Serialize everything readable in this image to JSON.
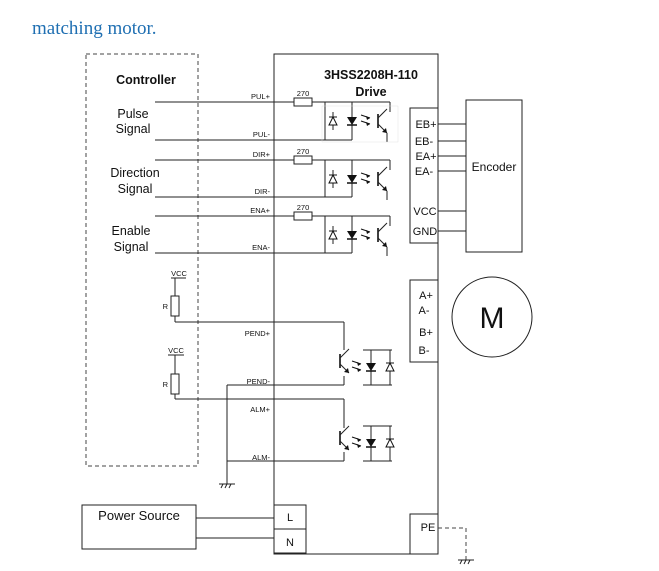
{
  "caption": "matching motor.",
  "controller": {
    "title": "Controller",
    "pulse_l1": "Pulse",
    "pulse_l2": "Signal",
    "dir_l1": "Direction",
    "dir_l2": "Signal",
    "ena_l1": "Enable",
    "ena_l2": "Signal",
    "vcc1": "VCC",
    "vcc2": "VCC",
    "r1": "R",
    "r2": "R"
  },
  "drive": {
    "model": "3HSS2208H-110",
    "label": "Drive",
    "pul_plus": "PUL+",
    "pul_minus": "PUL-",
    "dir_plus": "DIR+",
    "dir_minus": "DIR-",
    "ena_plus": "ENA+",
    "ena_minus": "ENA-",
    "pend_plus": "PEND+",
    "pend_minus": "PEND-",
    "alm_plus": "ALM+",
    "alm_minus": "ALM-",
    "r_pul": "270",
    "r_dir": "270",
    "r_ena": "270"
  },
  "encoder_pins": [
    "EB+",
    "EB-",
    "EA+",
    "EA-",
    "VCC",
    "GND"
  ],
  "encoder_label": "Encoder",
  "motor_pins": [
    "A+",
    "A-",
    "B+",
    "B-"
  ],
  "motor_label": "M",
  "power": {
    "label": "Power Source",
    "l": "L",
    "n": "N",
    "pe": "PE"
  }
}
